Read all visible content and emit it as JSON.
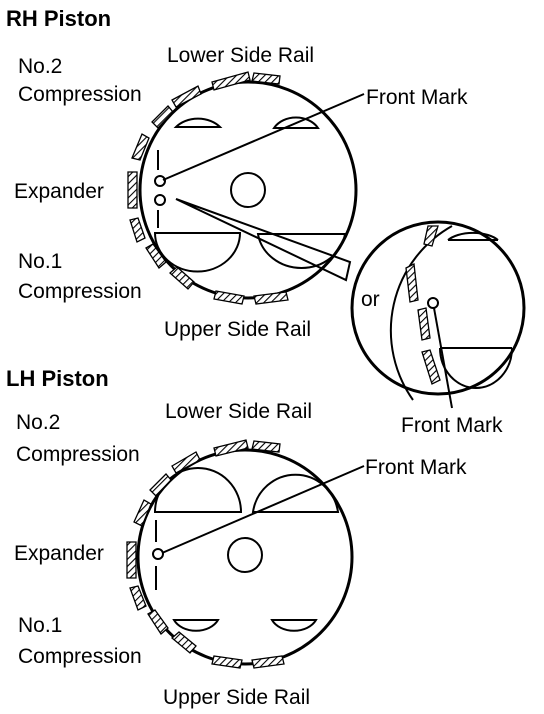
{
  "rh": {
    "title": "RH Piston",
    "lower_side_rail": "Lower Side Rail",
    "no2_line1": "No.2",
    "no2_line2": "Compression",
    "front_mark": "Front Mark",
    "expander": "Expander",
    "no1_line1": "No.1",
    "no1_line2": "Compression",
    "upper_side_rail": "Upper Side Rail",
    "or": "or",
    "inset_front_mark": "Front Mark"
  },
  "lh": {
    "title": "LH Piston",
    "lower_side_rail": "Lower Side Rail",
    "no2_line1": "No.2",
    "no2_line2": "Compression",
    "front_mark": "Front Mark",
    "expander": "Expander",
    "no1_line1": "No.1",
    "no1_line2": "Compression",
    "upper_side_rail": "Upper Side Rail"
  }
}
